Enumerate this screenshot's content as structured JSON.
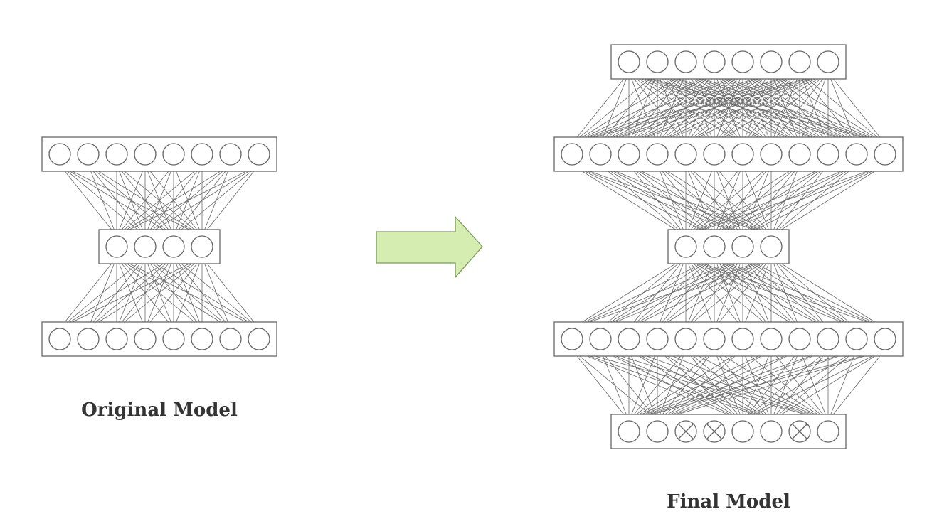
{
  "colors": {
    "stroke": "#666666",
    "arrow_fill": "#d6edb2",
    "arrow_stroke": "#7a9a5a",
    "caption": "#333333"
  },
  "original_model": {
    "caption": "Original Model",
    "layers": [
      {
        "id": "top",
        "nodes": [
          1,
          1,
          1,
          1,
          1,
          1,
          1,
          1
        ]
      },
      {
        "id": "middle",
        "nodes": [
          1,
          1,
          1,
          1
        ]
      },
      {
        "id": "bottom",
        "nodes": [
          1,
          1,
          1,
          1,
          1,
          1,
          1,
          1
        ]
      }
    ],
    "connections": [
      {
        "from": "bottom",
        "to": "middle"
      },
      {
        "from": "middle",
        "to": "top"
      }
    ]
  },
  "transition_arrow": {
    "icon": "right-arrow-icon"
  },
  "final_model": {
    "caption": "Final Model",
    "layers": [
      {
        "id": "top",
        "nodes": [
          1,
          1,
          1,
          1,
          1,
          1,
          1,
          1
        ]
      },
      {
        "id": "upper-wide",
        "nodes": [
          1,
          1,
          1,
          1,
          1,
          1,
          1,
          1,
          1,
          1,
          1,
          1
        ]
      },
      {
        "id": "middle",
        "nodes": [
          1,
          1,
          1,
          1
        ]
      },
      {
        "id": "lower-wide",
        "nodes": [
          1,
          1,
          1,
          1,
          1,
          1,
          1,
          1,
          1,
          1,
          1,
          1
        ]
      },
      {
        "id": "input",
        "nodes": [
          1,
          1,
          0,
          0,
          1,
          1,
          0,
          1
        ]
      }
    ],
    "connections": [
      {
        "from": "input",
        "to": "lower-wide",
        "active_only": true
      },
      {
        "from": "lower-wide",
        "to": "middle"
      },
      {
        "from": "middle",
        "to": "upper-wide"
      },
      {
        "from": "upper-wide",
        "to": "top"
      }
    ]
  }
}
